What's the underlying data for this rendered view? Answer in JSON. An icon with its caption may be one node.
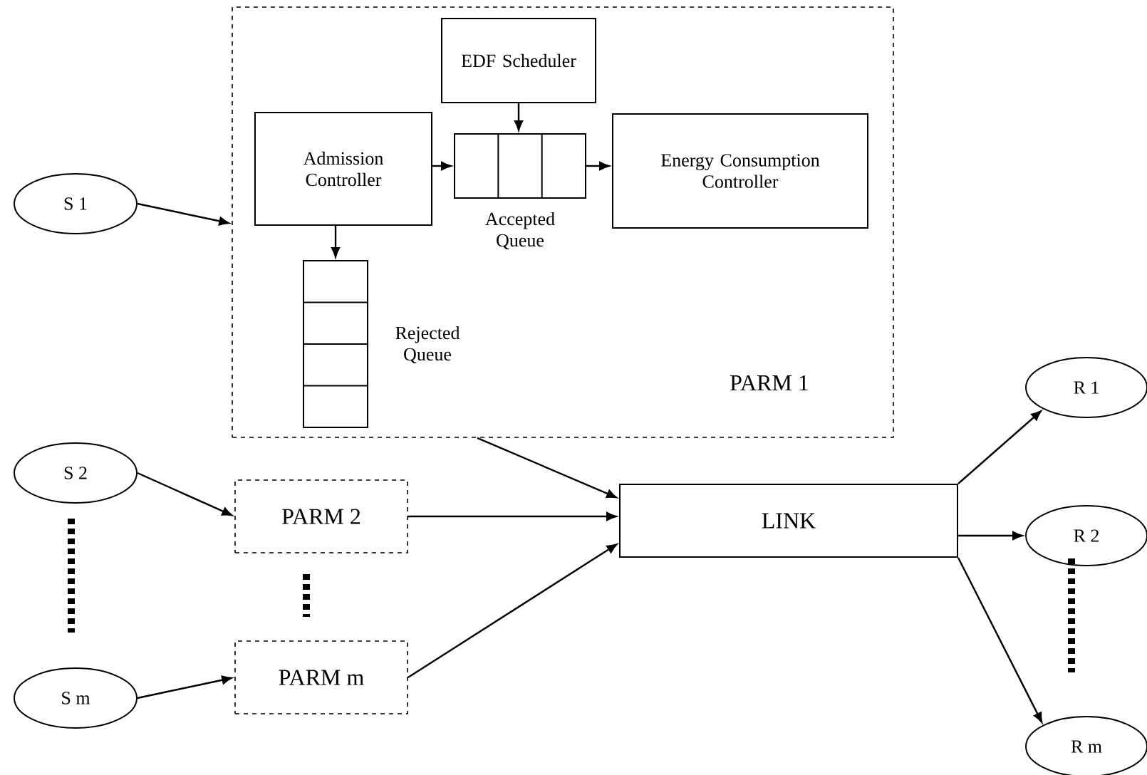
{
  "diagram": {
    "nodes": [
      {
        "text": [
          "PARM 1"
        ]
      },
      {
        "text": [
          "EDF Scheduler"
        ],
        "in": 0
      },
      {
        "text": [
          "Admission Controller"
        ],
        "in": 0
      },
      {
        "text": [],
        "shape": "box",
        "beside": [
          "Accepted Queue"
        ],
        "in": 0
      },
      {
        "text": [
          "Energy Consumption Controller"
        ],
        "in": 0
      },
      {
        "text": [],
        "shape": "box",
        "beside": [
          "Rejected Queue"
        ],
        "in": 0
      },
      {
        "text": [
          "S 1"
        ]
      },
      {
        "text": [
          "S 2"
        ]
      },
      {
        "text": [
          "S m"
        ]
      },
      {
        "text": [
          "PARM 2"
        ]
      },
      {
        "text": [
          "PARM m"
        ]
      },
      {
        "text": [
          "LINK"
        ]
      },
      {
        "text": [
          "R 1"
        ]
      },
      {
        "text": [
          "R 2"
        ]
      },
      {
        "text": [
          "R m"
        ]
      }
    ],
    "edges": [
      {
        "from": 6,
        "to": 0,
        "arrow": "to"
      },
      {
        "from": 1,
        "to": 3,
        "arrow": "to"
      },
      {
        "from": 2,
        "to": 3,
        "arrow": "to"
      },
      {
        "from": 3,
        "to": 4,
        "arrow": "to"
      },
      {
        "from": 2,
        "to": 5,
        "arrow": "to"
      },
      {
        "from": 0,
        "to": 11,
        "arrow": "to"
      },
      {
        "from": 7,
        "to": 9,
        "arrow": "to"
      },
      {
        "from": 9,
        "to": 11,
        "arrow": "to"
      },
      {
        "from": 8,
        "to": 10,
        "arrow": "to"
      },
      {
        "from": 10,
        "to": 11,
        "arrow": "to"
      },
      {
        "from": 11,
        "to": 12,
        "arrow": "to"
      },
      {
        "from": 11,
        "to": 13,
        "arrow": "to"
      },
      {
        "from": 11,
        "to": 14,
        "arrow": "to"
      }
    ]
  }
}
